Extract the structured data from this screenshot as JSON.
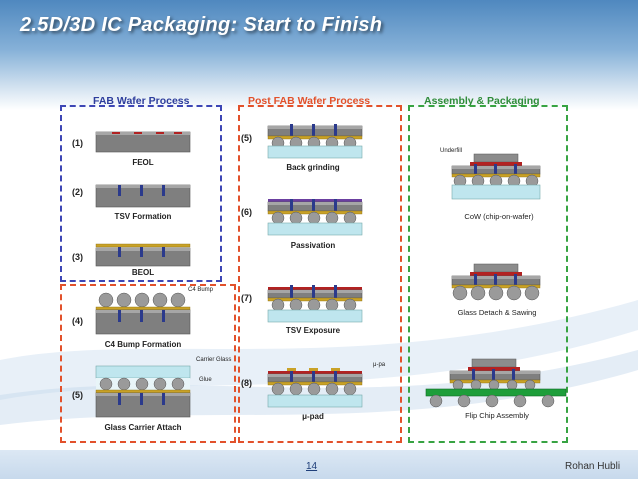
{
  "slide": {
    "title": "2.5D/3D IC Packaging: Start to Finish",
    "page_number": "14",
    "author": "Rohan Hubli"
  },
  "sections": {
    "fab": {
      "header": "FAB Wafer Process"
    },
    "post_fab": {
      "header": "Post FAB Wafer Process"
    },
    "assembly": {
      "header": "Assembly & Packaging"
    }
  },
  "steps": [
    {
      "number": "(1)",
      "label": "FEOL"
    },
    {
      "number": "(2)",
      "label": "TSV Formation"
    },
    {
      "number": "(3)",
      "label": "BEOL"
    },
    {
      "number": "(4)",
      "label": "C4 Bump Formation",
      "annotations": [
        "C4 Bump"
      ]
    },
    {
      "number": "(5)",
      "label": "Glass Carrier Attach",
      "annotations": [
        "Carrier Glass",
        "Glue"
      ]
    },
    {
      "number": "(5)",
      "label": "Back grinding"
    },
    {
      "number": "(6)",
      "label": "Passivation"
    },
    {
      "number": "(7)",
      "label": "TSV Exposure"
    },
    {
      "number": "(8)",
      "label": "μ-pad",
      "annotations": [
        "μ-pa"
      ]
    }
  ],
  "assembly_steps": [
    {
      "label": "CoW (chip-on-wafer)",
      "annotations": [
        "Underfill"
      ]
    },
    {
      "label": "Glass Detach & Sawing"
    },
    {
      "label": "Flip Chip Assembly"
    }
  ],
  "colors": {
    "fab_border": "#3d46b5",
    "post_fab_border": "#e2512b",
    "assembly_border": "#37a342",
    "wafer": "#7f7f7f",
    "glass": "#bfe6ee",
    "metal": "#c9a227",
    "tsv": "#2b3a8c",
    "device": "#b22222",
    "substrate": "#1e9e3a"
  }
}
